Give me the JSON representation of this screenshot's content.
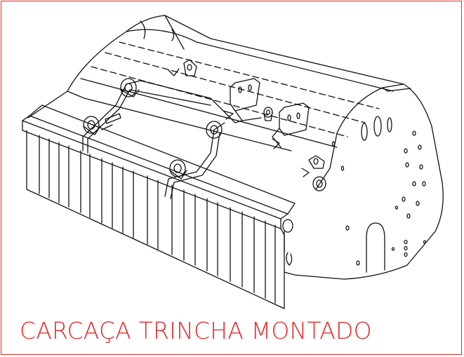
{
  "caption": "CARCAÇA TRINCHA MONTADO",
  "colors": {
    "border": "#e02b2b",
    "caption": "#e02b2b",
    "lines": "#111111",
    "background": "#ffffff"
  },
  "drawing": {
    "subject": "isometric line drawing of assembled mulcher housing",
    "elements": [
      "top-cover-panel",
      "front-skirt-flaps",
      "right-side-plate",
      "hitch-bracket-arms",
      "mounting-tabs",
      "pivot-bushings"
    ]
  }
}
